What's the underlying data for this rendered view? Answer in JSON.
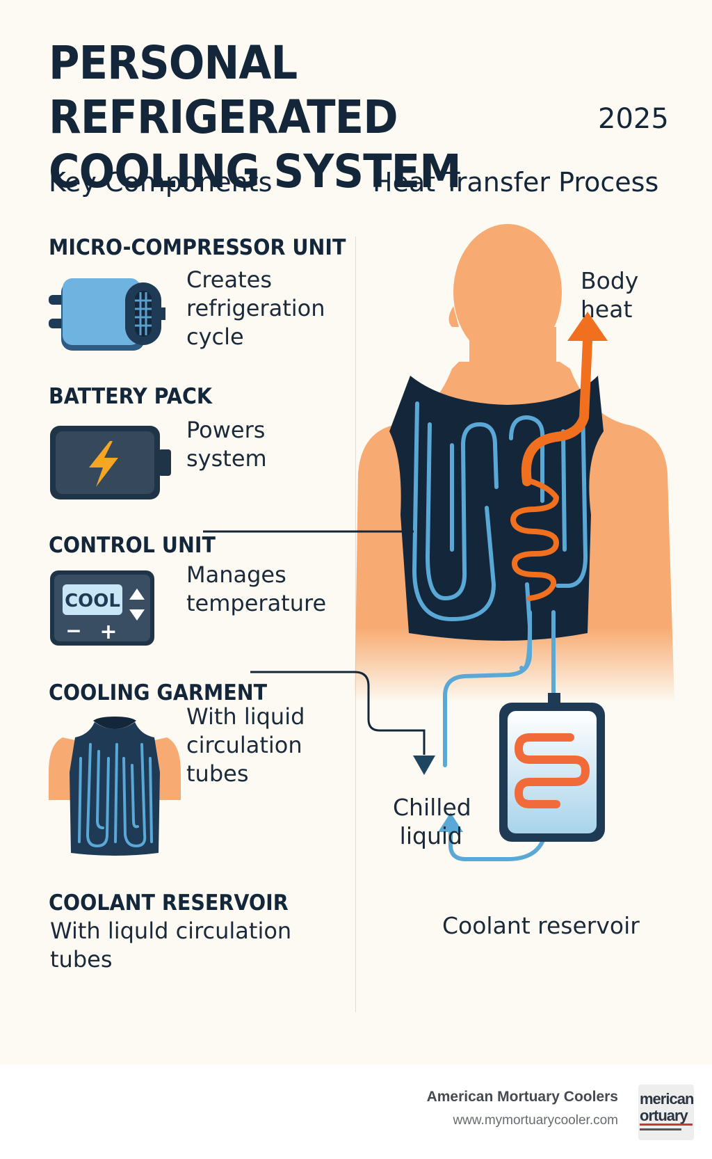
{
  "header": {
    "title_line1": "PERSONAL REFRIGERATED",
    "title_line2": "COOLING SYSTEM",
    "year": "2025"
  },
  "sections": {
    "components_heading": "Key Components",
    "process_heading": "Heat Transfer Process"
  },
  "components": [
    {
      "title": "MICRO-COMPRESSOR UNIT",
      "desc": [
        "Creates",
        "refrigeration",
        "cycle"
      ]
    },
    {
      "title": "BATTERY PACK",
      "desc": [
        "Powers",
        "system"
      ]
    },
    {
      "title": "CONTROL UNIT",
      "desc": [
        "Manages",
        "temperature"
      ],
      "display_text": "COOL",
      "minus": "−",
      "plus": "+"
    },
    {
      "title": "COOLING GARMENT",
      "desc": [
        "With liquid",
        "circulation",
        "tubes"
      ]
    },
    {
      "title": "COOLANT RESERVOIR",
      "desc": [
        "With liquld circulation",
        "tubes"
      ]
    }
  ],
  "diagram": {
    "body_heat": [
      "Body",
      "heat"
    ],
    "chilled_liquid": [
      "Chilled",
      "liquid"
    ],
    "reservoir_label": "Coolant reservoir"
  },
  "footer": {
    "brand": "American Mortuary Coolers",
    "url": "www.mymortuarycooler.com",
    "logo_line1": "merican",
    "logo_line2": "ortuary"
  },
  "colors": {
    "background": "#fdfaf3",
    "navy": "#13263a",
    "tube_blue": "#5aa8d6",
    "heat_orange": "#f07020",
    "skin": "#f7ab72"
  }
}
